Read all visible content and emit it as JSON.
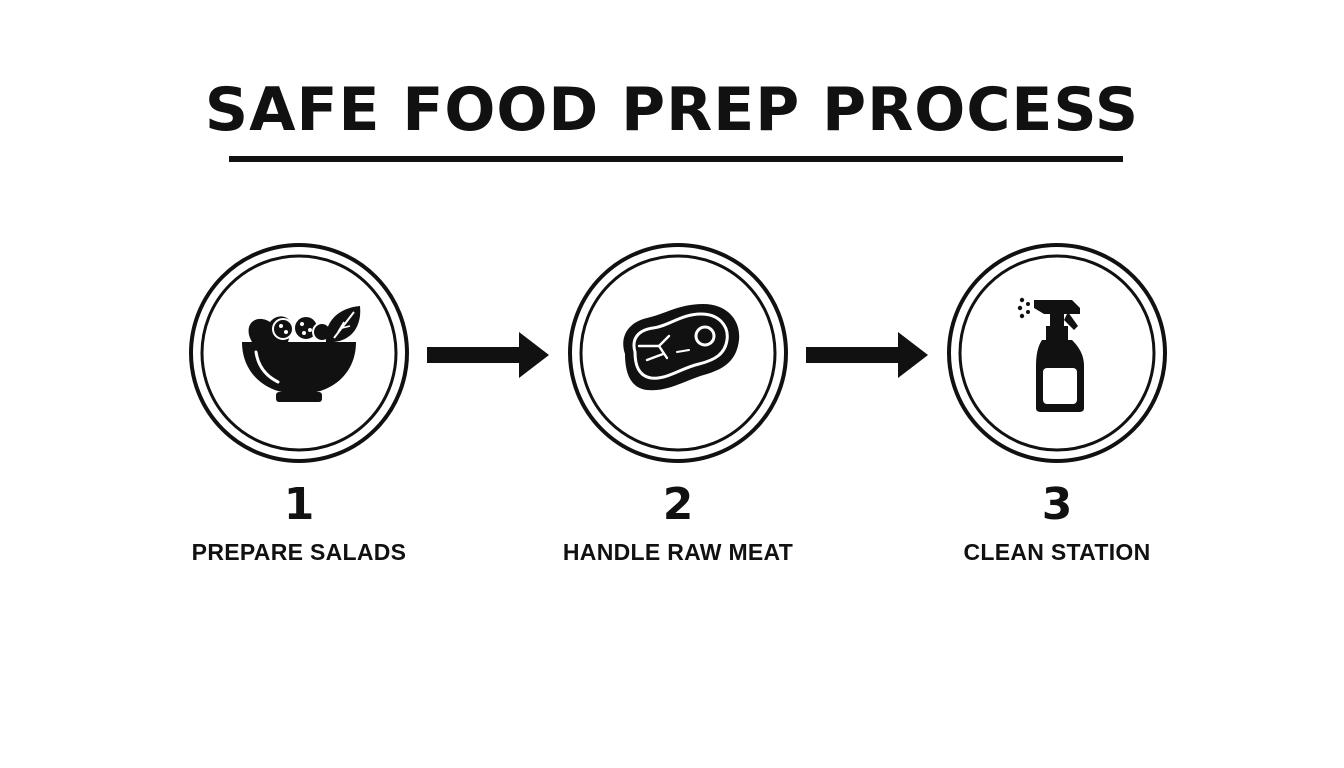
{
  "title": "SAFE FOOD PREP PROCESS",
  "steps": [
    {
      "number": "1",
      "label": "PREPARE SALADS",
      "icon": "salad-bowl-icon"
    },
    {
      "number": "2",
      "label": "HANDLE RAW MEAT",
      "icon": "raw-steak-icon"
    },
    {
      "number": "3",
      "label": "CLEAN STATION",
      "icon": "spray-bottle-icon"
    }
  ],
  "colors": {
    "ink": "#111111",
    "background": "#ffffff"
  }
}
